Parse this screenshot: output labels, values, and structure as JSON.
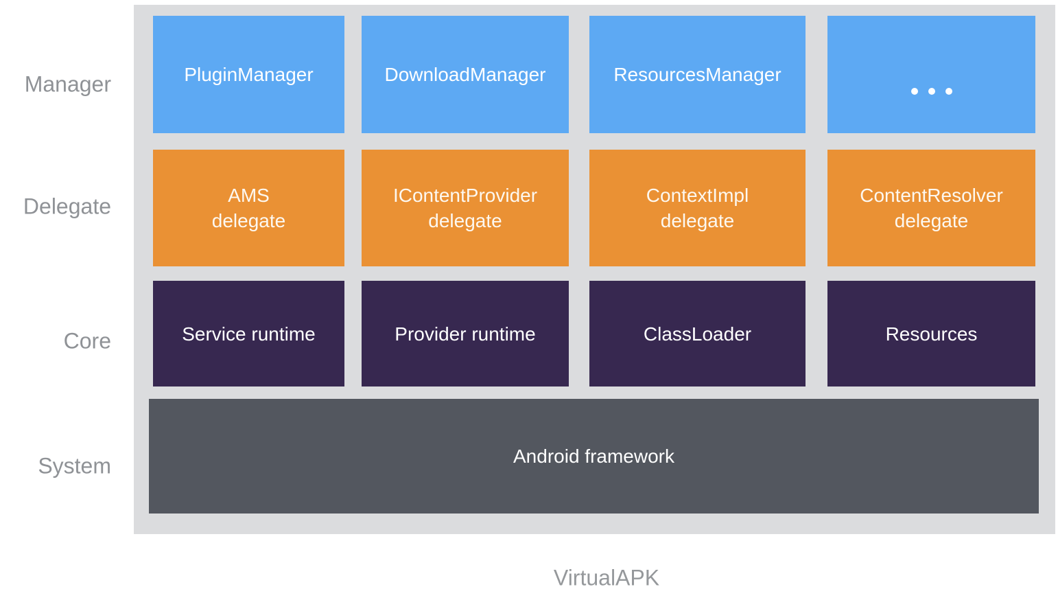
{
  "diagram": {
    "caption": "VirtualAPK",
    "rows": [
      {
        "label": "Manager",
        "cells": [
          {
            "lines": [
              "PluginManager"
            ]
          },
          {
            "lines": [
              "DownloadManager"
            ]
          },
          {
            "lines": [
              "ResourcesManager"
            ]
          },
          {
            "icon": "ellipsis"
          }
        ]
      },
      {
        "label": "Delegate",
        "cells": [
          {
            "lines": [
              "AMS",
              "delegate"
            ]
          },
          {
            "lines": [
              "IContentProvider",
              "delegate"
            ]
          },
          {
            "lines": [
              "ContextImpl",
              "delegate"
            ]
          },
          {
            "lines": [
              "ContentResolver",
              "delegate"
            ]
          }
        ]
      },
      {
        "label": "Core",
        "cells": [
          {
            "lines": [
              "Service runtime"
            ]
          },
          {
            "lines": [
              "Provider runtime"
            ]
          },
          {
            "lines": [
              "ClassLoader"
            ]
          },
          {
            "lines": [
              "Resources"
            ]
          }
        ]
      },
      {
        "label": "System",
        "cells": [
          {
            "lines": [
              "Android framework"
            ]
          }
        ]
      }
    ],
    "colors": {
      "panel_bg": "#dbdcde",
      "manager_box": "#5da9f3",
      "delegate_box": "#ea9134",
      "core_box": "#372850",
      "system_box": "#53575f",
      "row_label_text": "#8f9296",
      "box_text": "#ffffff"
    }
  }
}
